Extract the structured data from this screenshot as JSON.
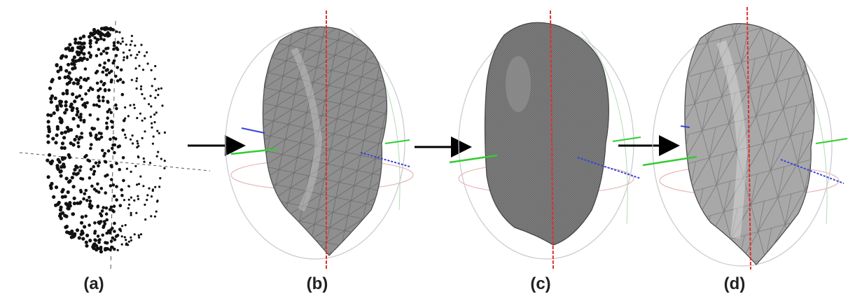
{
  "figure": {
    "panels": [
      {
        "id": "a",
        "label": "(a)"
      },
      {
        "id": "b",
        "label": "(b)"
      },
      {
        "id": "c",
        "label": "(c)"
      },
      {
        "id": "d",
        "label": "(d)"
      }
    ]
  },
  "colors": {
    "point": "#111111",
    "mesh_fill": "#8f8f8f",
    "mesh_edge": "#5a5a5a",
    "axis_red": "#e03030",
    "axis_green": "#33cc33",
    "axis_blue": "#3344dd",
    "ring_gray": "#c8c8d0",
    "ring_pink": "#e8b8b8",
    "arrow": "#000000"
  }
}
